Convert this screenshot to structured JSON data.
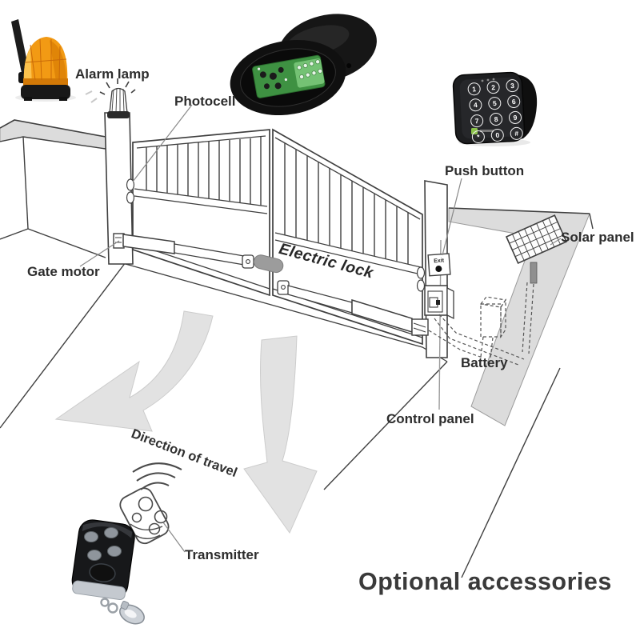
{
  "page": {
    "background": "#ffffff"
  },
  "labels": {
    "alarm_lamp": "Alarm lamp",
    "photocell": "Photocell",
    "push_button": "Push button",
    "solar_panel": "Solar panel",
    "gate_motor": "Gate motor",
    "electric_lock": "Electric lock",
    "battery": "Battery",
    "control_panel": "Control panel",
    "direction_of_travel": "Direction of travel",
    "transmitter": "Transmitter",
    "optional_accessories": "Optional accessories",
    "exit_button": "Exit"
  },
  "keypad": {
    "keys": [
      "1",
      "2",
      "3",
      "4",
      "5",
      "6",
      "7",
      "8",
      "9",
      "*",
      "0",
      "#"
    ]
  },
  "colors": {
    "line": "#3f3f3f",
    "wall_gray": "#dcdcdc",
    "arrow_gray": "#e2e2e2",
    "lamp_orange": "#f29a14",
    "lamp_orange_dark": "#d27907",
    "pcb_green": "#3e9142",
    "terminal_green": "#74c274",
    "logo_green": "#8bc34a",
    "lock_gray": "#9c9c9c"
  }
}
